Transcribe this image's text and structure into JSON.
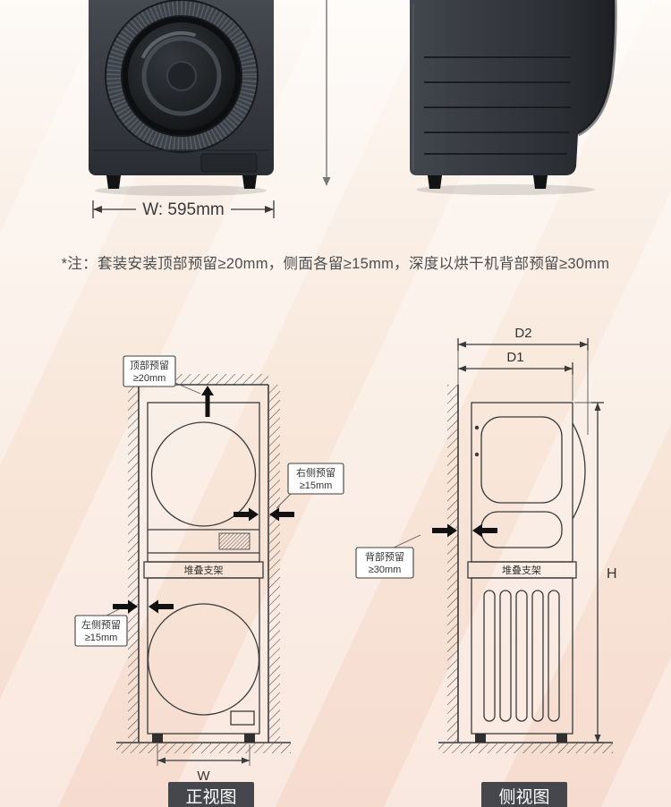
{
  "dimensions": {
    "front_width": "W: 595mm"
  },
  "note": "*注：套装安装顶部预留≥20mm，侧面各留≥15mm，深度以烘干机背部预留≥30mm",
  "front_view": {
    "caption": "正视图",
    "top_clearance": {
      "line1": "顶部预留",
      "line2": "≥20mm"
    },
    "right_clearance": {
      "line1": "右侧预留",
      "line2": "≥15mm"
    },
    "left_clearance": {
      "line1": "左侧预留",
      "line2": "≥15mm"
    },
    "bracket_label": "堆叠支架",
    "width_label": "W"
  },
  "side_view": {
    "caption": "侧视图",
    "back_clearance": {
      "line1": "背部预留",
      "line2": "≥30mm"
    },
    "bracket_label": "堆叠支架",
    "depth_outer_label": "D2",
    "depth_inner_label": "D1",
    "height_label": "H"
  },
  "colors": {
    "diagram_line": "#3a3a3a",
    "caption_background": "#46474c",
    "caption_text": "#ffffff",
    "background_top": "#fdfaf7",
    "background_bottom": "#f6dccf",
    "machine_dark": "#2e3136"
  }
}
